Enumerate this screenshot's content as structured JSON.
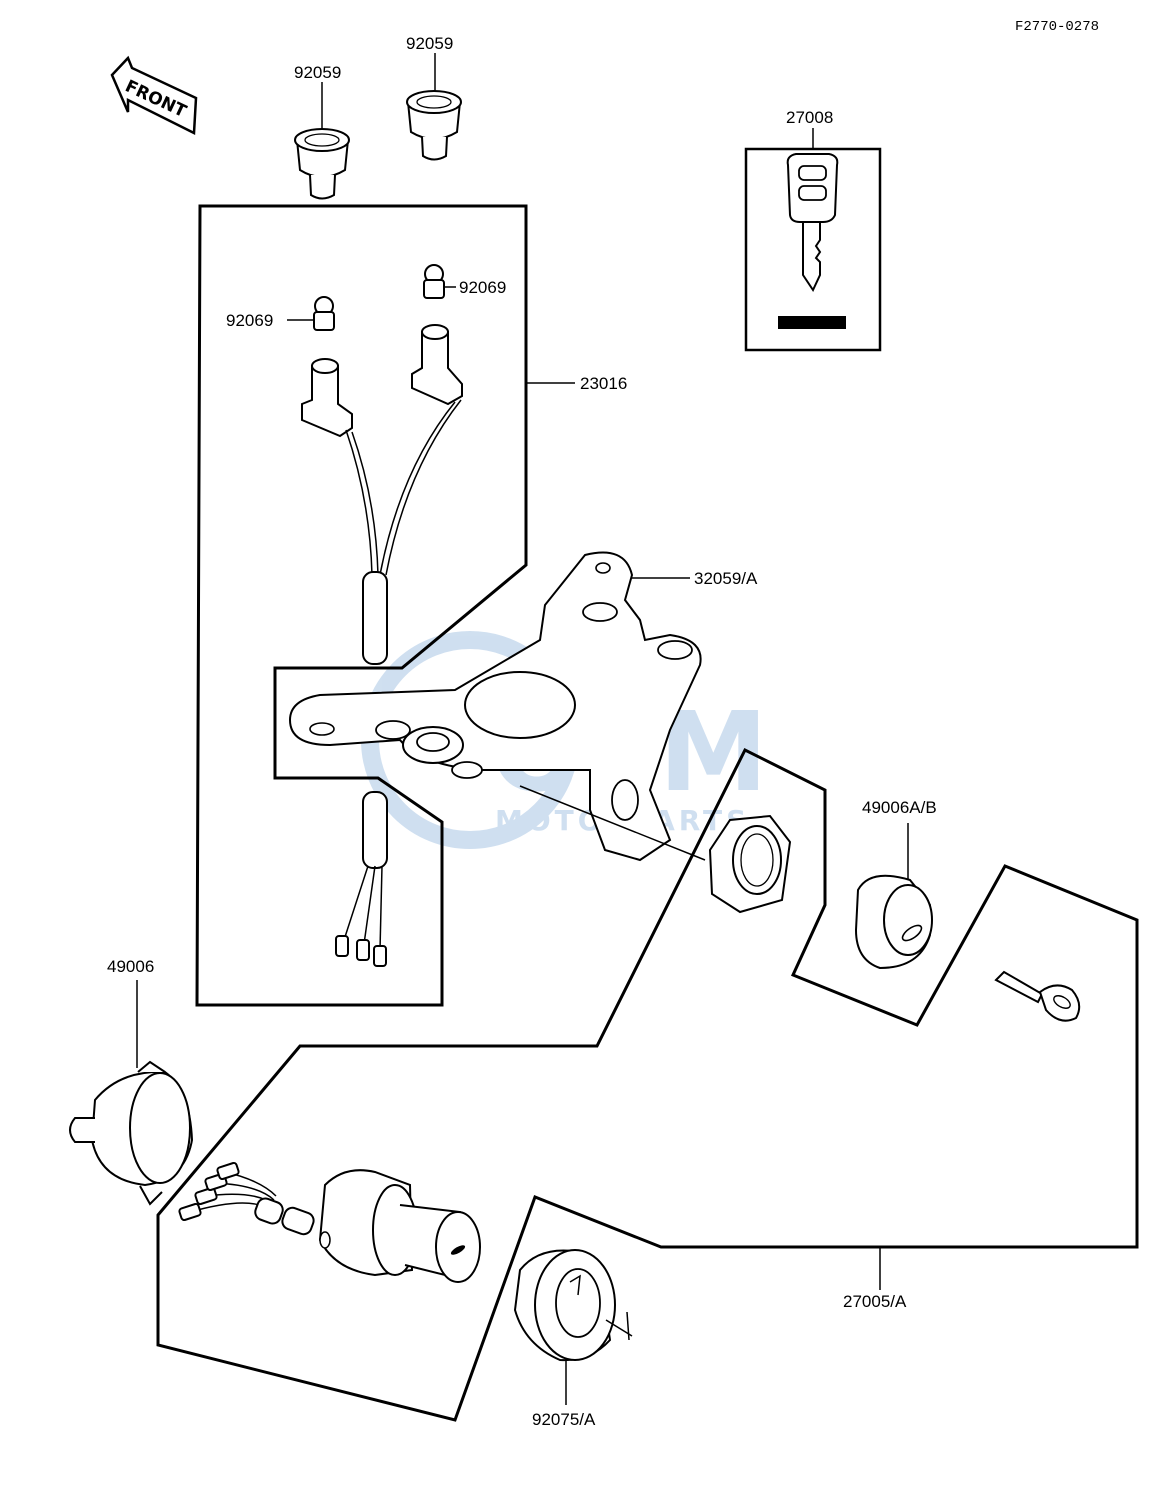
{
  "diagram_code": "F2770-0278",
  "front_label": "FRONT",
  "watermark": {
    "brand": "OEM",
    "sub": "MOTORPARTS"
  },
  "parts": {
    "p92059a": "92059",
    "p92059b": "92059",
    "p27008": "27008",
    "p92069a": "92069",
    "p92069b": "92069",
    "p23016": "23016",
    "p32059": "32059/A",
    "p49006ab": "49006A/B",
    "p49006": "49006",
    "p27005": "27005/A",
    "p92075": "92075/A"
  },
  "colors": {
    "line": "#000000",
    "watermark": "#a9c6e4"
  }
}
